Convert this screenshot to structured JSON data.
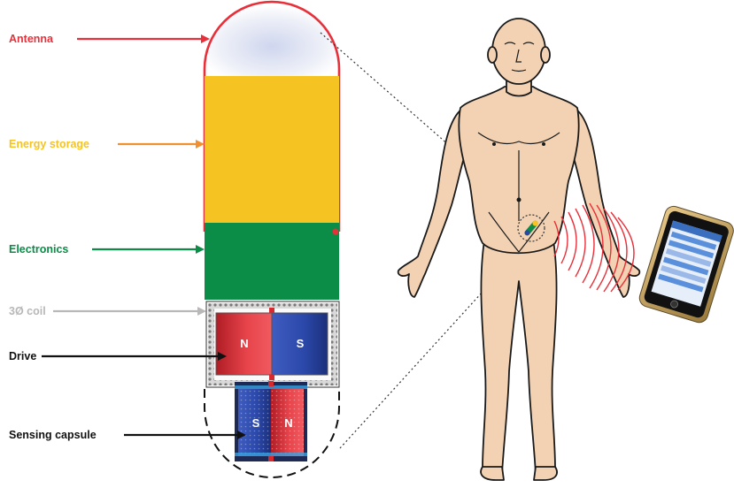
{
  "labels": {
    "antenna": "Antenna",
    "energy_storage": "Energy storage",
    "electronics": "Electronics",
    "coil": "3Ø coil",
    "drive": "Drive",
    "sensing_capsule": "Sensing capsule"
  },
  "magnet_poles": {
    "drive_left": "N",
    "drive_right": "S",
    "sensing_left": "S",
    "sensing_right": "N"
  },
  "colors": {
    "antenna": "#e8303a",
    "energy_storage": "#f5c322",
    "energy_arrow": "#f0902e",
    "electronics": "#0b8c47",
    "coil": "#b8b8b8",
    "drive": "#111111",
    "sensing": "#111111",
    "north_red": "#e0323a",
    "south_blue": "#2a47a8",
    "skin": "#f3d2b3"
  },
  "icons": {
    "body": "human-body-figure",
    "phone": "smartphone-icon",
    "waves": "wireless-signal-icon",
    "pill": "capsule-icon"
  }
}
